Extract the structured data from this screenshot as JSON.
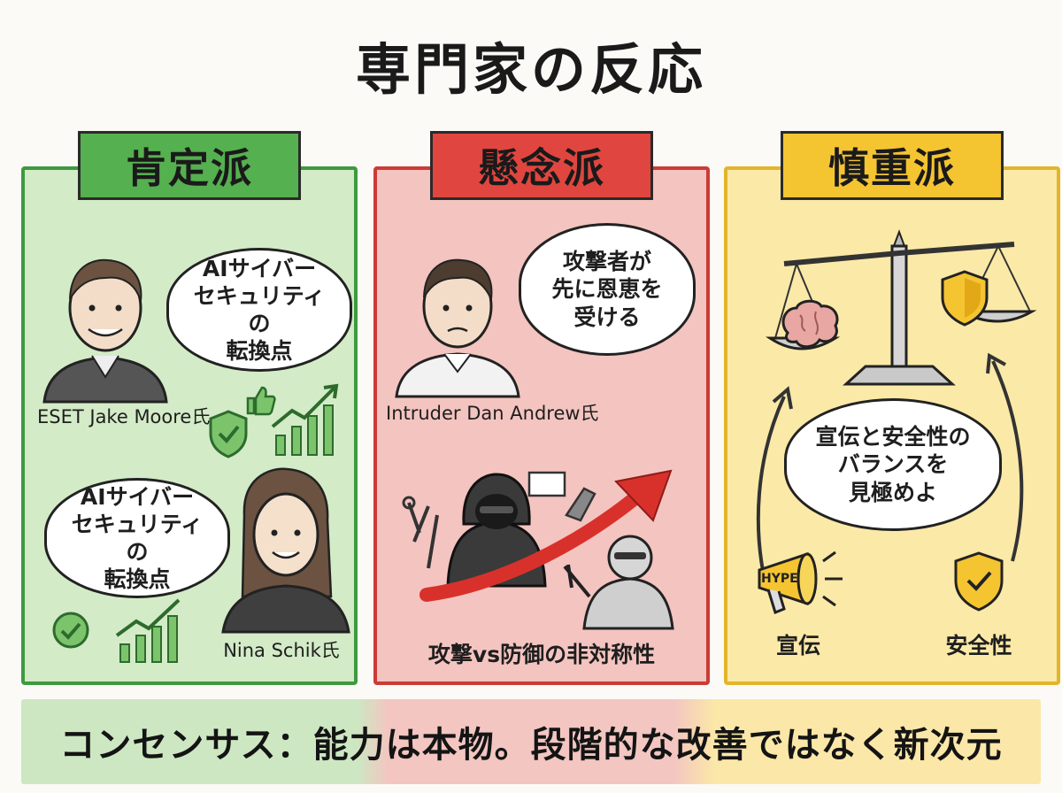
{
  "title": "専門家の反応",
  "panels": {
    "positive": {
      "heading": "肯定派",
      "quote1": "AIサイバー\nセキュリティの\n転換点",
      "person1": "ESET\nJake Moore氏",
      "quote2": "AIサイバー\nセキュリティの\n転換点",
      "person2": "Nina Schik氏"
    },
    "concern": {
      "heading": "懸念派",
      "quote": "攻撃者が\n先に恩恵を\n受ける",
      "person": "Intruder\nDan Andrew氏",
      "caption": "攻撃vs防御の非対称性"
    },
    "cautious": {
      "heading": "慎重派",
      "quote": "宣伝と安全性の\nバランスを\n見極めよ",
      "label_left": "宣伝",
      "label_right": "安全性",
      "megaphone_text": "HYPE"
    }
  },
  "consensus": "コンセンサス：能力は本物。段階的な改善ではなく新次元",
  "colors": {
    "green": "#55b04f",
    "red": "#e0463f",
    "yellow": "#f5c431"
  },
  "icons": [
    "person-icon",
    "shield-check-icon",
    "thumbs-up-icon",
    "growth-chart-icon",
    "hacker-icon",
    "tools-icon",
    "rising-arrow-icon",
    "defender-icon",
    "balance-scale-icon",
    "brain-icon",
    "shield-icon",
    "megaphone-icon"
  ]
}
